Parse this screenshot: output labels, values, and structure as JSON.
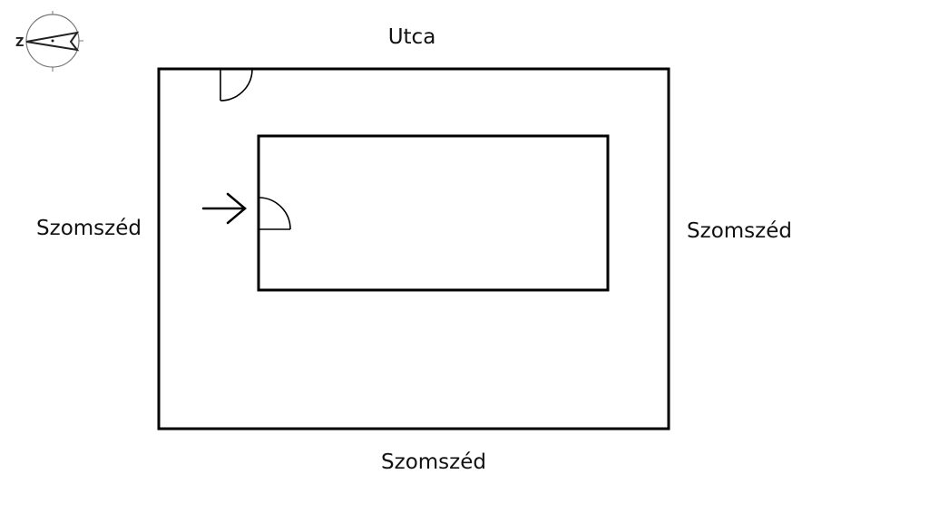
{
  "compass": {
    "north_letter": "Z"
  },
  "labels": {
    "top": "Utca",
    "left": "Szomszéd",
    "right": "Szomszéd",
    "bottom": "Szomszéd"
  }
}
